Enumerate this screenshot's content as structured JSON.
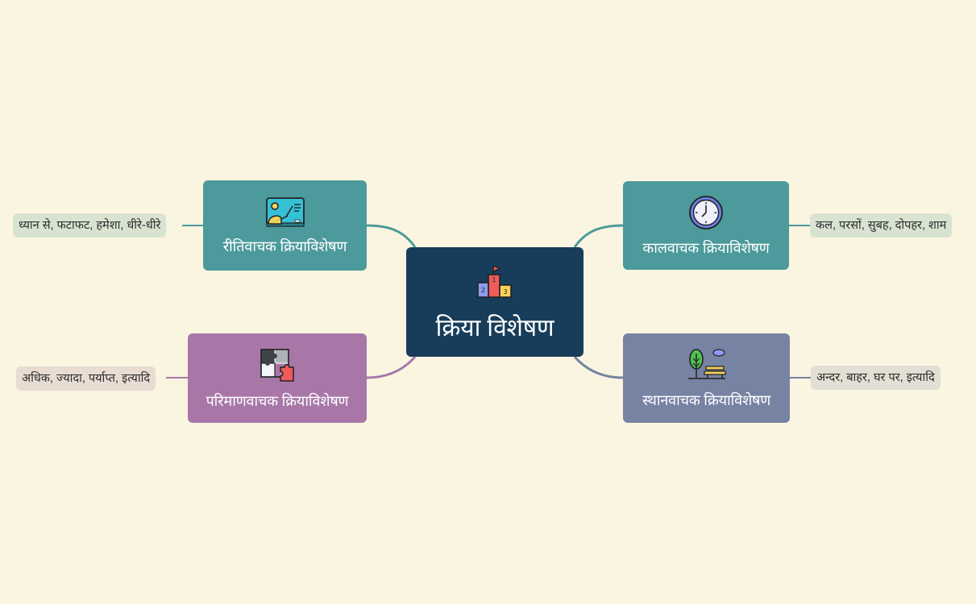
{
  "central": {
    "label": "क्रिया विशेषण",
    "icon": "podium-icon",
    "color": "#173d5a"
  },
  "branches": [
    {
      "id": "manner",
      "label": "रीतिवाचक क्रियाविशेषण",
      "icon": "teacher-board-icon",
      "color": "#4c9a9b",
      "leaf": "ध्यान से, फटाफट, हमेशा, धीरे-धीरे",
      "leaf_bg": "#d9e3d2"
    },
    {
      "id": "time",
      "label": "कालवाचक क्रियाविशेषण",
      "icon": "clock-icon",
      "color": "#4c9a9b",
      "leaf": "कल, परसों, सुबह, दोपहर, शाम",
      "leaf_bg": "#d9e3d2"
    },
    {
      "id": "quantity",
      "label": "परिमाणवाचक क्रियाविशेषण",
      "icon": "puzzle-icon",
      "color": "#a877a8",
      "leaf": "अधिक, ज्यादा, पर्याप्त, इत्यादि",
      "leaf_bg": "#e8dcd3"
    },
    {
      "id": "place",
      "label": "स्थानवाचक क्रियाविशेषण",
      "icon": "park-tree-bench-icon",
      "color": "#7783a3",
      "leaf": "अन्दर, बाहर, घर पर, इत्यादि",
      "leaf_bg": "#e2e0d4"
    }
  ],
  "background": "#faf5e1"
}
